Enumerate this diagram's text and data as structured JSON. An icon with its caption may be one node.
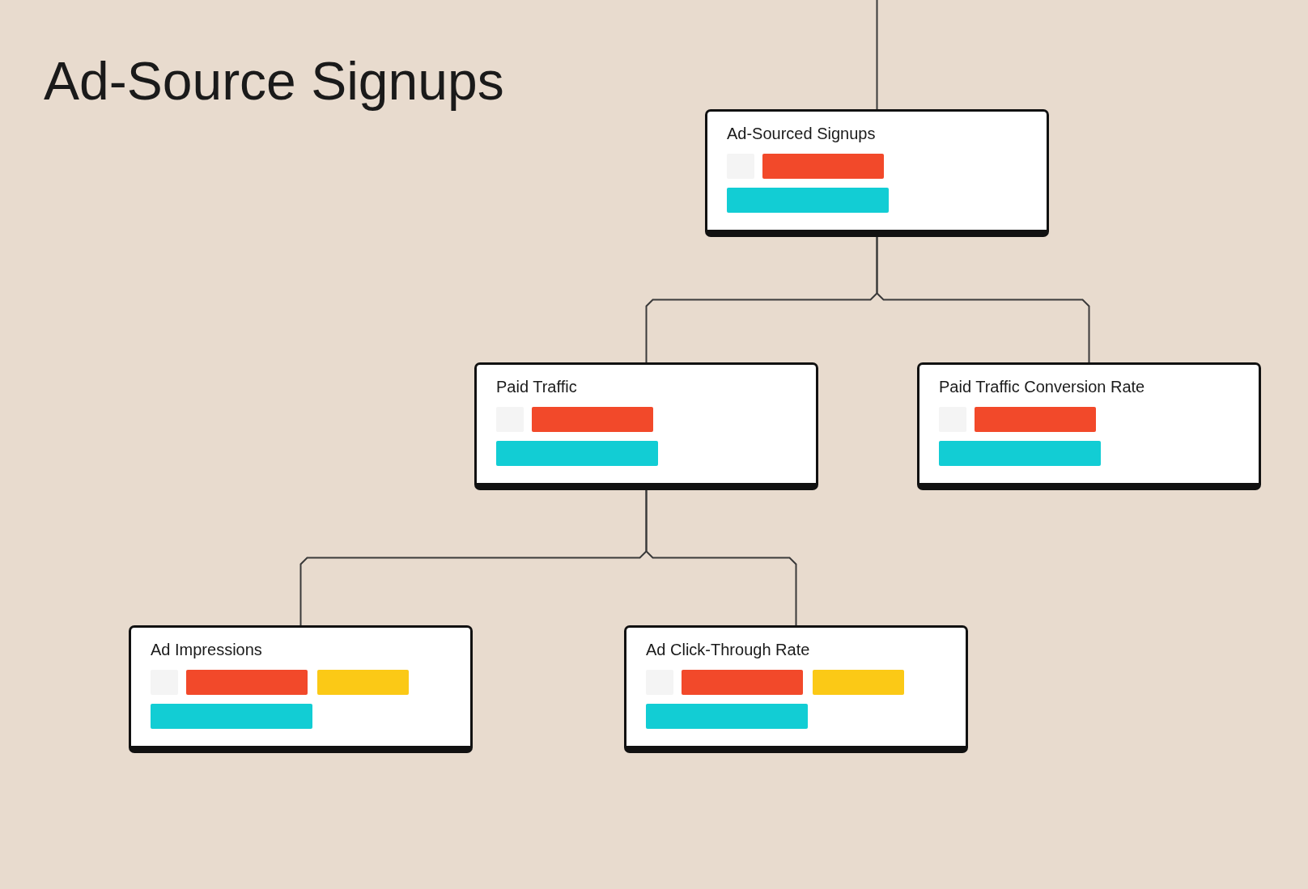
{
  "diagram": {
    "title": "Ad-Source Signups",
    "nodes": [
      {
        "text": [
          "Ad-Sourced Signups"
        ]
      },
      {
        "text": [
          "Paid Traffic"
        ]
      },
      {
        "text": [
          "Paid Traffic Conversion Rate"
        ]
      },
      {
        "text": [
          "Ad Impressions"
        ]
      },
      {
        "text": [
          "Ad Click-Through Rate"
        ]
      }
    ],
    "edges": [
      {
        "from": null,
        "to": 0,
        "arrow": "none"
      },
      {
        "from": 0,
        "to": 1,
        "arrow": "none"
      },
      {
        "from": 0,
        "to": 2,
        "arrow": "none"
      },
      {
        "from": 1,
        "to": 3,
        "arrow": "none"
      },
      {
        "from": 1,
        "to": 4,
        "arrow": "none"
      }
    ]
  }
}
